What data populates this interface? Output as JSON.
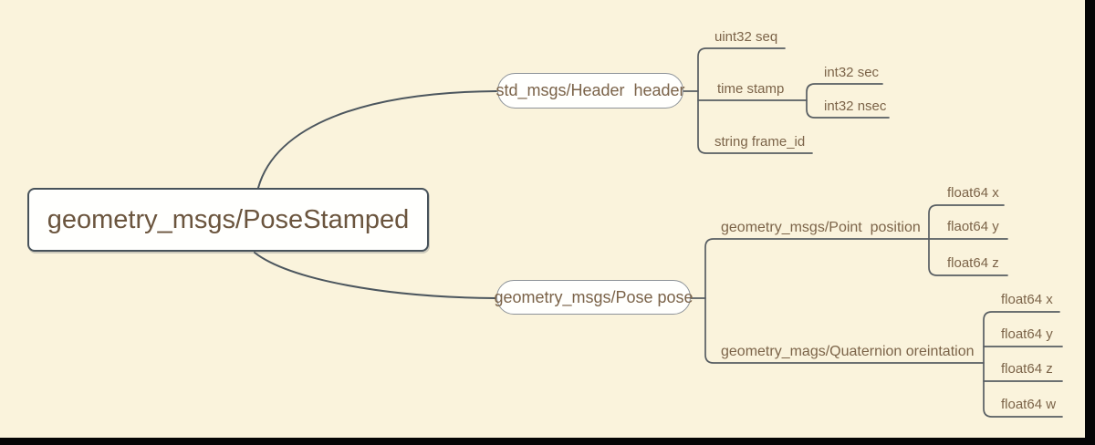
{
  "root": {
    "label": "geometry_msgs/PoseStamped"
  },
  "header": {
    "node": "std_msgs/Header  header",
    "seq": "uint32 seq",
    "stamp": "time stamp",
    "sec": "int32 sec",
    "nsec": "int32 nsec",
    "frame_id": "string frame_id"
  },
  "pose": {
    "node": "geometry_msgs/Pose pose",
    "position": {
      "node": "geometry_msgs/Point  position",
      "x": "float64 x",
      "y": "flaot64 y",
      "z": "float64 z"
    },
    "orientation": {
      "node": "geometry_mags/Quaternion oreintation",
      "x": "float64 x",
      "y": "float64 y",
      "z": "float64 z",
      "w": "float64 w"
    }
  },
  "colors": {
    "background": "#faf3dc",
    "line": "#4c565e",
    "bracket": "#575d62",
    "text": "#7b6349",
    "root_text": "#6b553e",
    "node_fill": "#fffffd",
    "pill_border": "#8d9399",
    "screen_edge": "#050505"
  }
}
